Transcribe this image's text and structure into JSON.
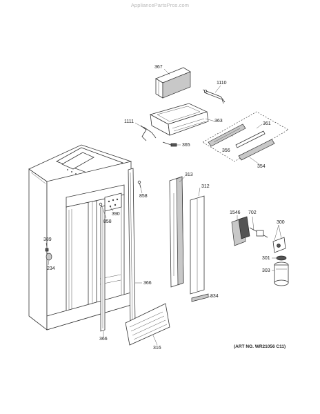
{
  "watermark": "AppliancePartsPros.com",
  "art_number": "(ART NO. WR21056 C11)",
  "callouts": {
    "c367": "367",
    "c1110": "1110",
    "c363": "363",
    "c1111": "1111",
    "c365": "365",
    "c361": "361",
    "c356": "356",
    "c354": "354",
    "c313": "313",
    "c312": "312",
    "c858a": "858",
    "c858b": "858",
    "c390": "390",
    "c389": "389",
    "c234": "234",
    "c366a": "366",
    "c366b": "366",
    "c316": "316",
    "c834": "834",
    "c1546": "1546",
    "c702": "702",
    "c300": "300",
    "c301": "301",
    "c303": "303"
  }
}
